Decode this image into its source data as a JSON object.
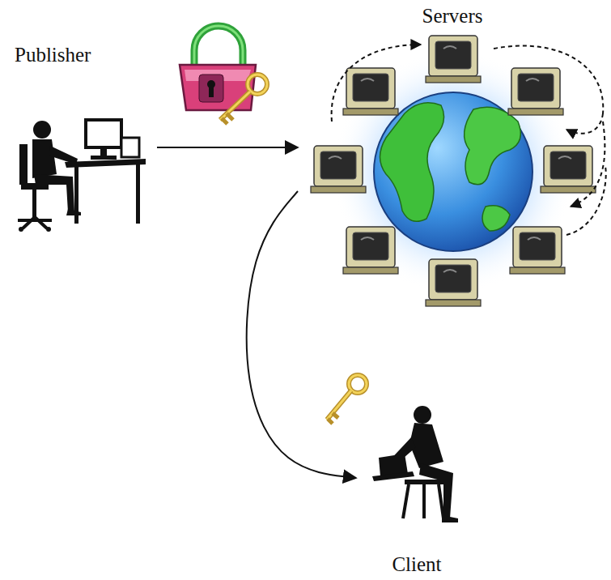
{
  "diagram": {
    "nodes": [
      {
        "text": [
          "Publisher"
        ]
      },
      {
        "text": [
          "Servers"
        ]
      },
      {
        "text": [
          "Client"
        ]
      }
    ],
    "edges": [
      {
        "from": 0,
        "to": 1,
        "arrow": "to"
      },
      {
        "from": 1,
        "to": 2,
        "arrow": "to"
      }
    ]
  }
}
